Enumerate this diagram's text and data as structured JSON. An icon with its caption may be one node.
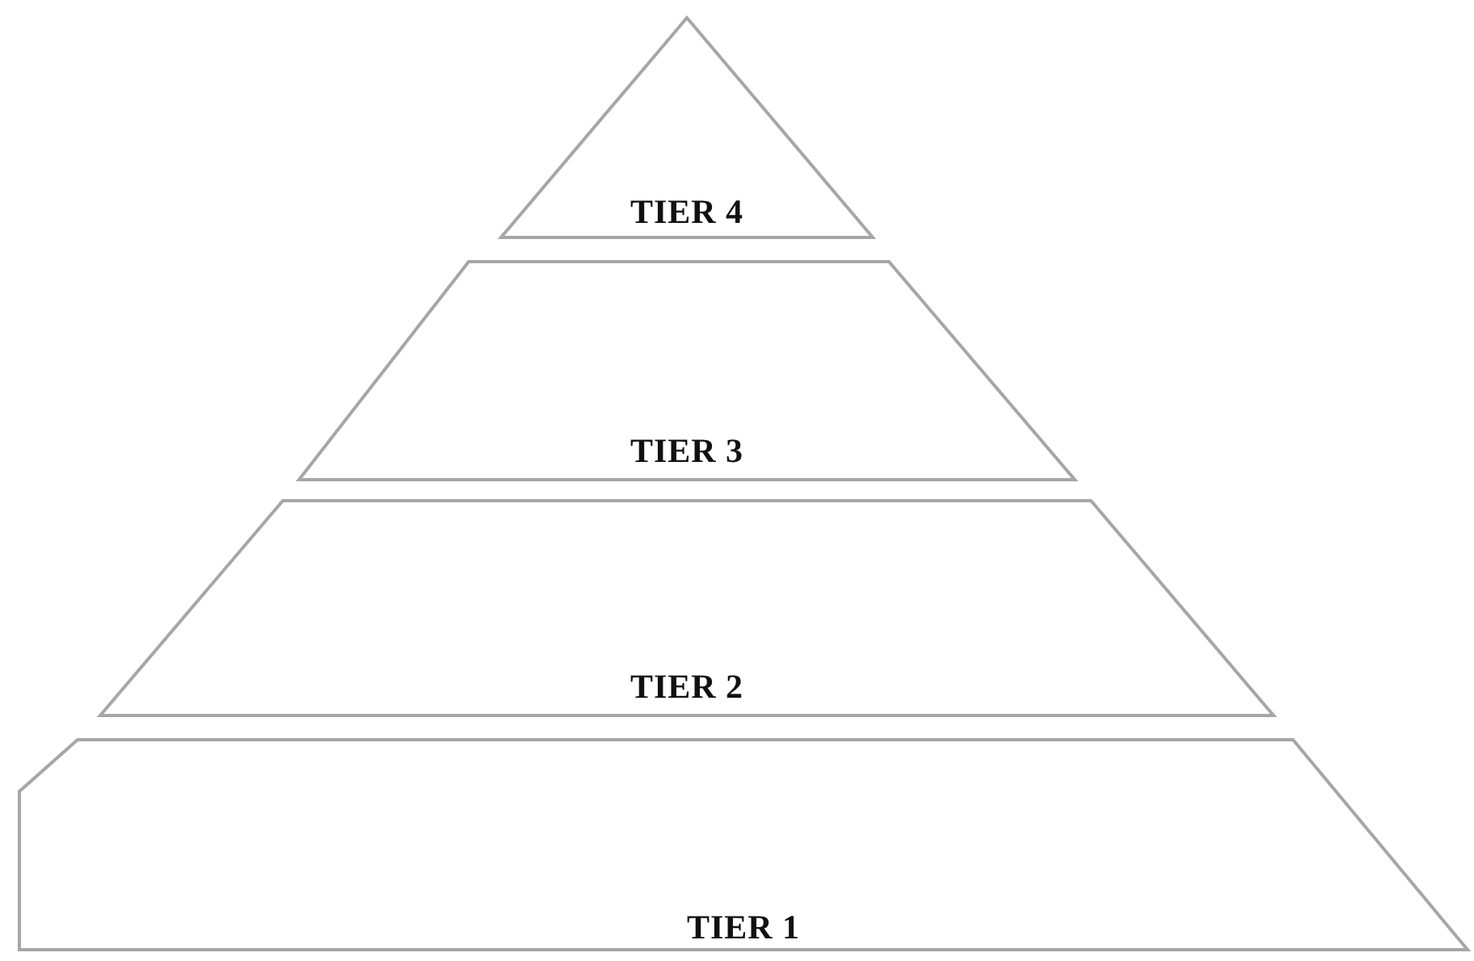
{
  "diagram": {
    "nodes": [
      {
        "text": [
          "TIER 4"
        ]
      },
      {
        "text": [
          "TIER 3"
        ]
      },
      {
        "text": [
          "TIER 2"
        ]
      },
      {
        "text": [
          "TIER 1"
        ]
      }
    ]
  }
}
